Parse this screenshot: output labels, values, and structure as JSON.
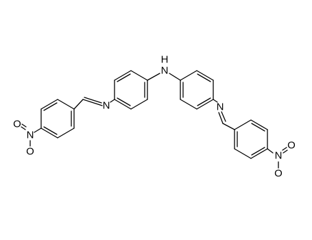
{
  "molecule": {
    "atoms": {
      "amine_n": {
        "symbol": "N",
        "h": "H",
        "color": "#000000"
      },
      "imine_n_left": {
        "symbol": "N",
        "color": "#000000"
      },
      "imine_n_right": {
        "symbol": "N",
        "color": "#000000"
      },
      "nitro_n_left": {
        "symbol": "N",
        "color": "#000000"
      },
      "nitro_o1_left": {
        "symbol": "O",
        "color": "#000000"
      },
      "nitro_o2_left": {
        "symbol": "O",
        "color": "#000000"
      },
      "nitro_n_right": {
        "symbol": "N",
        "color": "#000000"
      },
      "nitro_o1_right": {
        "symbol": "O",
        "color": "#000000"
      },
      "nitro_o2_right": {
        "symbol": "O",
        "color": "#000000"
      }
    }
  }
}
